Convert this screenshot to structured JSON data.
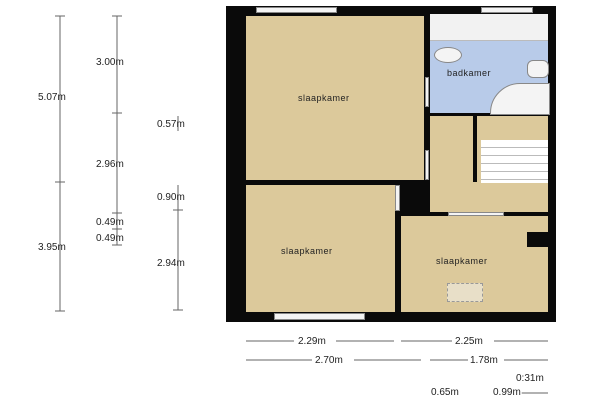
{
  "rooms": {
    "bedroom_top_left": "slaapkamer",
    "bathroom": "badkamer",
    "bedroom_bottom_left": "slaapkamer",
    "bedroom_bottom_right": "slaapkamer"
  },
  "dimensions": {
    "vertical": {
      "total_upper": "5.07m",
      "total_lower": "3.95m",
      "col2_a": "3.00m",
      "col2_b": "2.96m",
      "col2_c": "0.49m",
      "col2_d": "0.49m",
      "col3_a": "0.57m",
      "col3_b": "0.90m",
      "col3_c": "2.94m"
    },
    "horizontal": {
      "row1_left": "2.29m",
      "row1_right": "2.25m",
      "row2_left": "2.70m",
      "row2_right": "1.78m",
      "row3": "0:31m",
      "row4_left": "0.65m",
      "row4_right": "0.99m"
    }
  },
  "colors": {
    "wall": "#0a0a0a",
    "floor": "#dcc99b",
    "bathroom": "#b8cbe9"
  }
}
